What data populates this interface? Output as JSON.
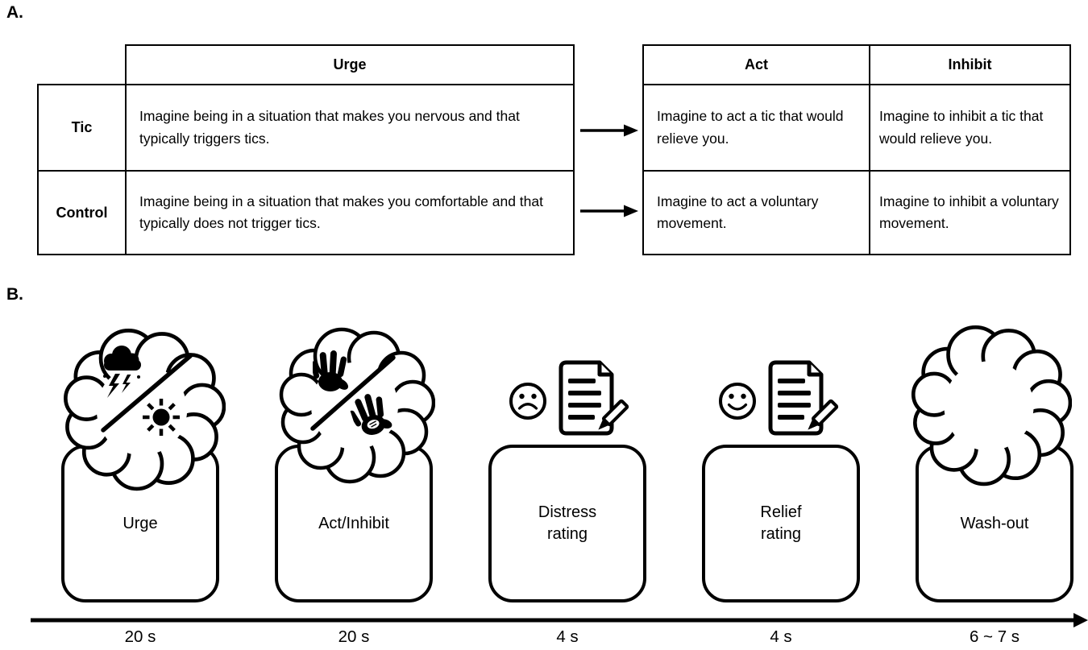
{
  "colors": {
    "ink": "#000000",
    "paper": "#ffffff"
  },
  "panel_a": {
    "label": "A.",
    "imagery_table": {
      "column_header": "Urge",
      "rows": [
        {
          "row_header": "Tic",
          "urge_text": "Imagine being in a situation that makes you nervous and that typically triggers tics."
        },
        {
          "row_header": "Control",
          "urge_text": "Imagine being in a situation that makes you comfortable and that typically does not trigger tics."
        }
      ]
    },
    "response_table": {
      "column_headers": [
        "Act",
        "Inhibit"
      ],
      "rows": [
        {
          "act_text": "Imagine to act a tic that would relieve you.",
          "inhibit_text": "Imagine to inhibit a tic that would relieve you."
        },
        {
          "act_text": "Imagine to act a voluntary movement.",
          "inhibit_text": "Imagine to inhibit a voluntary movement."
        }
      ]
    }
  },
  "panel_b": {
    "label": "B.",
    "stages": [
      {
        "name": "Urge",
        "duration": "20 s",
        "icon": "storm-sun-thought-cloud"
      },
      {
        "name": "Act/Inhibit",
        "duration": "20 s",
        "icon": "hands-thought-cloud"
      },
      {
        "name": "Distress rating",
        "duration": "4 s",
        "icon": "sad-face-rating-form"
      },
      {
        "name": "Relief rating",
        "duration": "4 s",
        "icon": "happy-face-rating-form"
      },
      {
        "name": "Wash-out",
        "duration": "6 ~ 7 s",
        "icon": "empty-thought-cloud"
      }
    ]
  }
}
